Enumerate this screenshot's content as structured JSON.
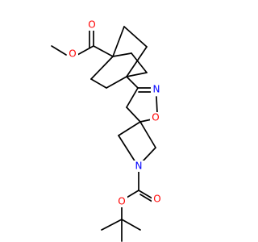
{
  "molecule": {
    "atom_labels": {
      "ester_carbonyl_o": "O",
      "ester_ether_o": "O",
      "isoxazoline_n": "N",
      "isoxazoline_o": "O",
      "azetidine_n": "N",
      "boc_carbonyl_o": "O",
      "boc_ether_o": "O"
    },
    "colors": {
      "bond": "#000000",
      "oxygen": "#ff0000",
      "nitrogen": "#0000ff"
    }
  }
}
